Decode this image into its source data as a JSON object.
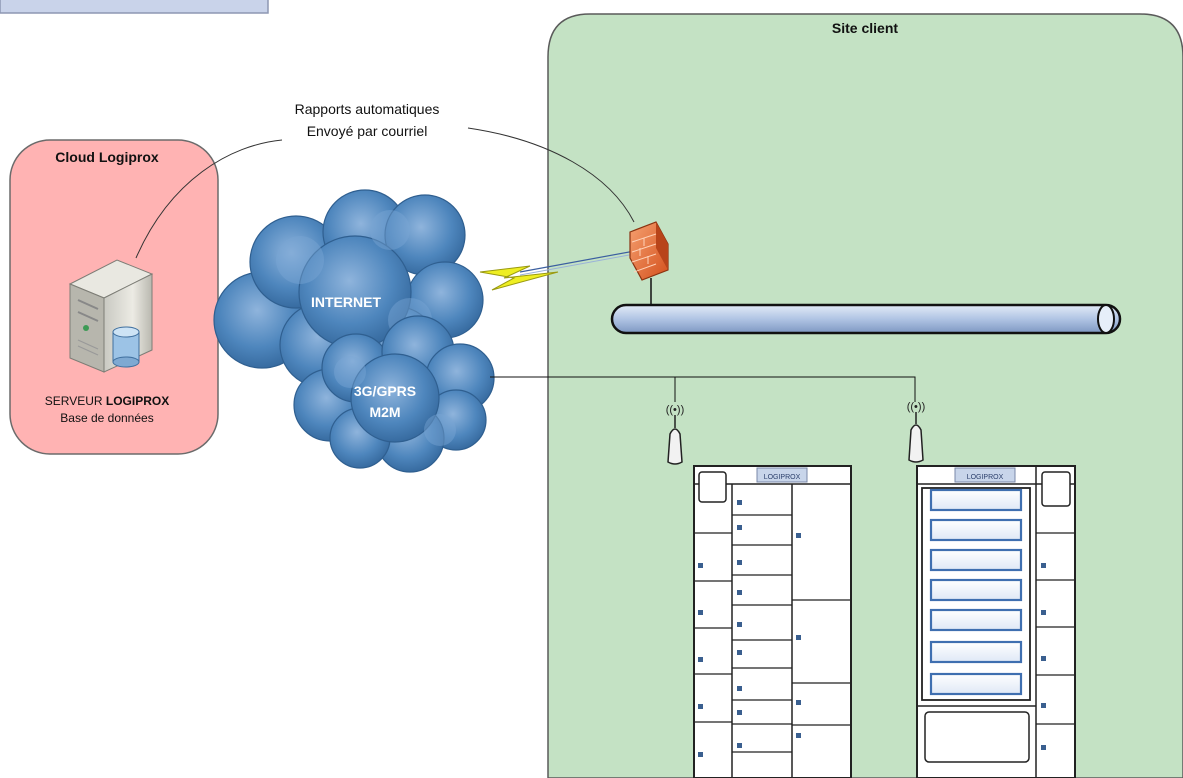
{
  "legend_box": {
    "fill": "#c9d3ea",
    "stroke": "#8d97b3"
  },
  "cloud_zone": {
    "title": "Cloud Logiprox",
    "fill": "#ffb3b3",
    "stroke": "#6b6b6b",
    "server": {
      "icon": "server-database-icon",
      "caption_prefix": "SERVEUR ",
      "caption_brand": "LOGIPROX",
      "caption_line2": "Base de données"
    }
  },
  "client_zone": {
    "title": "Site client",
    "fill": "#c4e2c4",
    "stroke": "#5a5a5a"
  },
  "email_note": {
    "line1": "Rapports automatiques",
    "line2": "Envoyé par courriel"
  },
  "networks": {
    "internet": {
      "label": "INTERNET",
      "color": "#4a82b8"
    },
    "mobile": {
      "line1": "3G/GPRS",
      "line2": "M2M",
      "color": "#4a82b8"
    }
  },
  "firewall": {
    "icon": "firewall-icon",
    "color": "#e86a2a"
  },
  "lan_bus": {
    "icon": "network-bus-icon",
    "color": "#b9cbe6"
  },
  "lightning": {
    "icon": "wireless-link-icon",
    "color": "#eeee22"
  },
  "modems": [
    {
      "icon": "antenna-modem-icon",
      "signal": "((•))"
    },
    {
      "icon": "antenna-modem-icon",
      "signal": "((•))"
    }
  ],
  "lockers": [
    {
      "icon": "locker-cabinet-icon",
      "brand": "LOGIPROX"
    },
    {
      "icon": "vending-cabinet-icon",
      "brand": "LOGIPROX"
    }
  ]
}
